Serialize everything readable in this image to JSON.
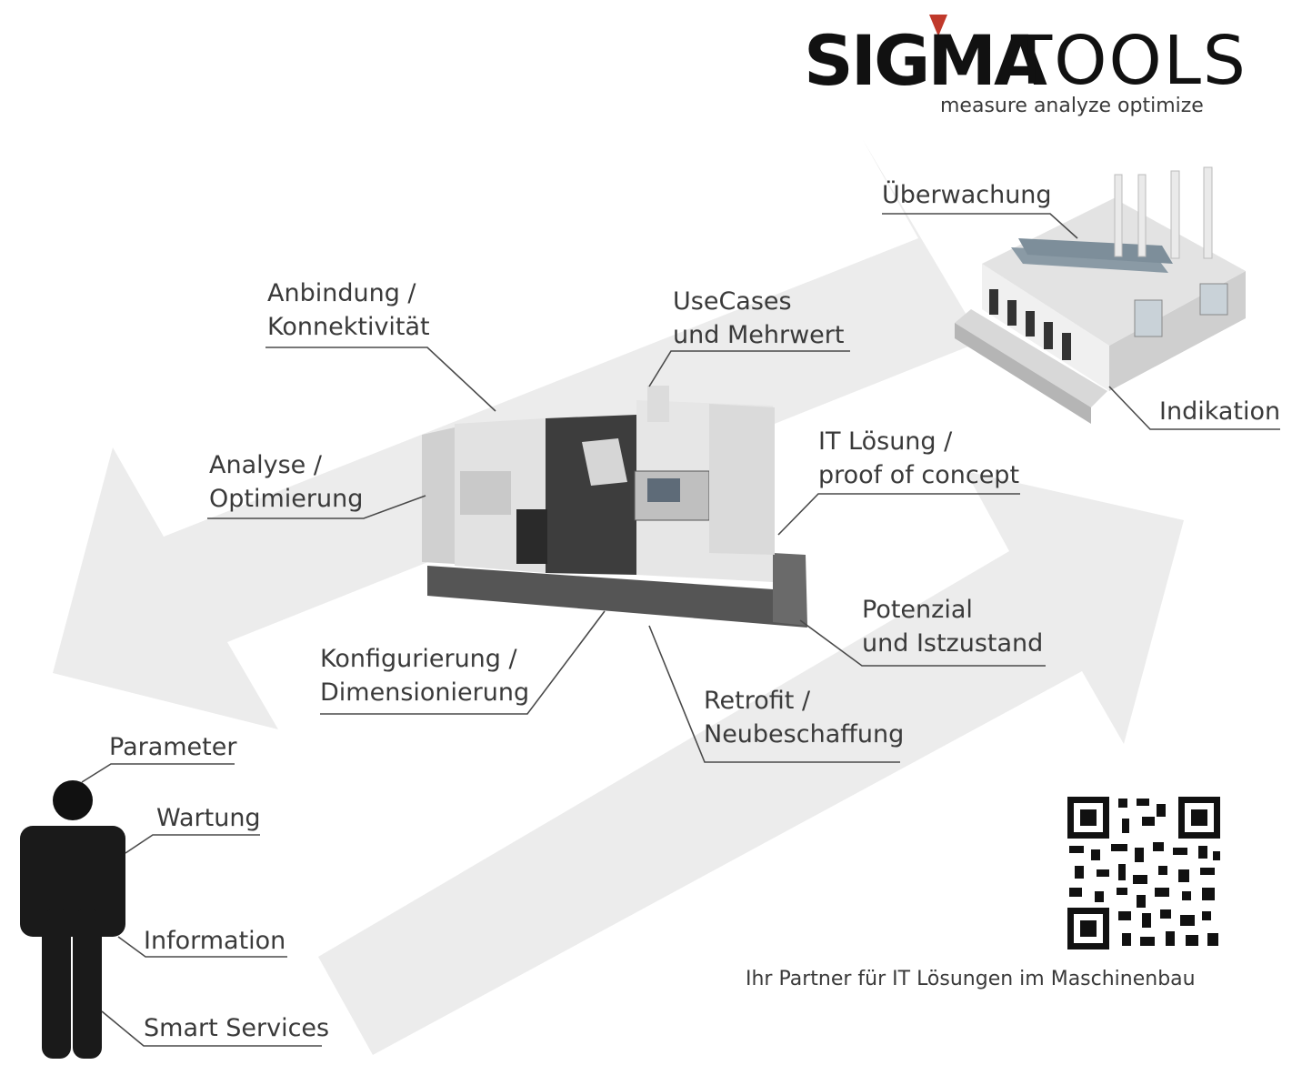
{
  "logo": {
    "brand_bold": "SIGMA",
    "brand_light": "TOOLS",
    "tagline": "measure analyze optimize",
    "accent_color": "#c0392b"
  },
  "labels": {
    "ueberwachung": [
      "Überwachung"
    ],
    "anbindung": [
      "Anbindung /",
      "Konnektivität"
    ],
    "usecases": [
      "UseCases",
      "und Mehrwert"
    ],
    "indikation": [
      "Indikation"
    ],
    "analyse": [
      "Analyse /",
      "Optimierung"
    ],
    "it_loesung": [
      "IT Lösung /",
      "proof of concept"
    ],
    "potenzial": [
      "Potenzial",
      "und Istzustand"
    ],
    "konfigurierung": [
      "Konfigurierung /",
      "Dimensionierung"
    ],
    "retrofit": [
      "Retrofit /",
      "Neubeschaffung"
    ],
    "parameter": [
      "Parameter"
    ],
    "wartung": [
      "Wartung"
    ],
    "information": [
      "Information"
    ],
    "smart_services": [
      "Smart Services"
    ]
  },
  "footer": "Ihr Partner für IT Lösungen im Maschinenbau",
  "icons": {
    "machine": "cnc-lathe-machine",
    "factory": "factory-building",
    "person": "person-silhouette",
    "qr": "qr-code"
  },
  "colors": {
    "arrow": "#ececec",
    "leader": "#4a4a4a",
    "text": "#3a3a3a"
  }
}
